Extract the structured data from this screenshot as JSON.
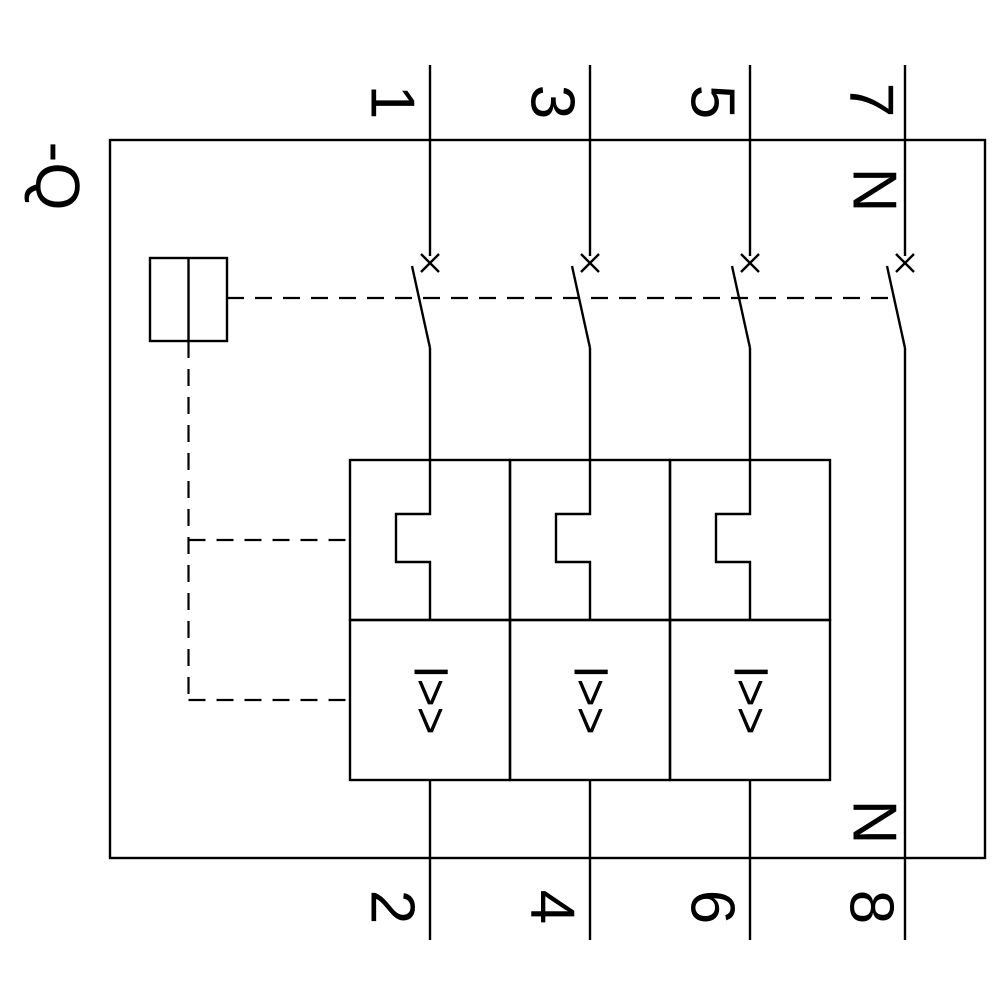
{
  "diagram": {
    "type": "circuit-breaker-schematic",
    "reference": "-Q",
    "terminals": {
      "top": [
        "1",
        "3",
        "5",
        "7"
      ],
      "bottom": [
        "2",
        "4",
        "6",
        "8"
      ],
      "neutral_top": "N",
      "neutral_bottom": "N"
    },
    "trip_units": {
      "magnetic_label": "I>>",
      "pole_count": 3
    },
    "colors": {
      "line": "#000000",
      "background": "#ffffff"
    }
  }
}
